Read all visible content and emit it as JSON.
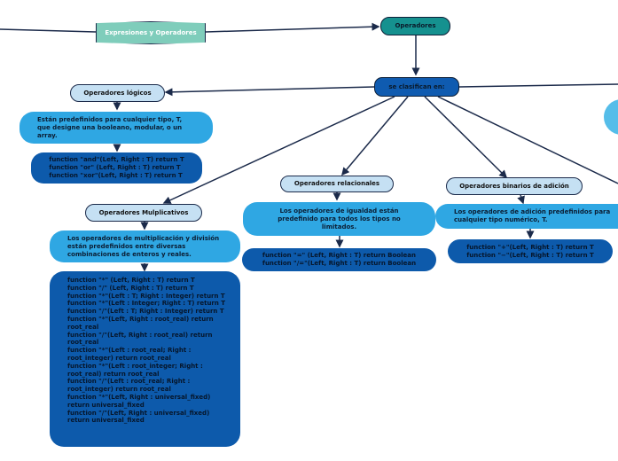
{
  "diagram": {
    "root": "Expresiones y Operadores",
    "operadores": "Operadores",
    "clasifican": "se clasifican en:",
    "logicos": {
      "title": "Operadores lógicos",
      "description": "Están predefinidos para cualquier tipo, T, que designe una booleano, modular, o un array.",
      "functions": [
        "function \"and\"(Left, Right : T) return T",
        "function \"or\" (Left, Right : T) return T",
        "function \"xor\"(Left, Right : T) return T"
      ]
    },
    "multiplicativos": {
      "title": "Operadores Mulplicativos",
      "description": "Los operadores de multiplicación y división están predefinidos entre diversas combinaciones de enteros y reales.",
      "functions": [
        "function \"*\" (Left, Right : T) return T",
        "function \"/\" (Left, Right : T) return T",
        "function \"*\"(Left : T; Right : Integer) return T",
        "function \"*\"(Left : Integer; Right : T) return T",
        "function \"/\"(Left : T; Right : Integer) return T",
        "function \"*\"(Left, Right : root_real) return root_real",
        "function \"/\"(Left, Right : root_real) return root_real",
        "function \"*\"(Left : root_real; Right : root_integer) return root_real",
        "function \"*\"(Left : root_integer; Right : root_real) return root_real",
        "function \"/\"(Left : root_real; Right : root_integer) return root_real",
        "function \"*\"(Left, Right : universal_fixed) return universal_fixed",
        "function \"/\"(Left, Right : universal_fixed) return universal_fixed"
      ]
    },
    "relacionales": {
      "title": "Operadores relacionales",
      "description": "Los operadores de igualdad están predefinido para todos los tipos no limitados.",
      "functions": [
        "function \"=\" (Left, Right : T) return Boolean",
        "function \"/=\"(Left, Right : T) return Boolean"
      ]
    },
    "adicion": {
      "title": "Operadores binarios de adición",
      "description": "Los operadores de adición predefinidos para cualquier tipo numérico, T.",
      "functions": [
        "function \"+\"(Left, Right : T) return T",
        "function \"−\"(Left, Right : T) return T"
      ]
    }
  },
  "colors": {
    "root": "#7fcdbb",
    "operadores": "#15918f",
    "clasifican": "#0f5bb0",
    "category": "#c5e0f3",
    "description": "#2fa7e3",
    "functions": "#0d5aab",
    "connector": "#1b2a4a"
  }
}
